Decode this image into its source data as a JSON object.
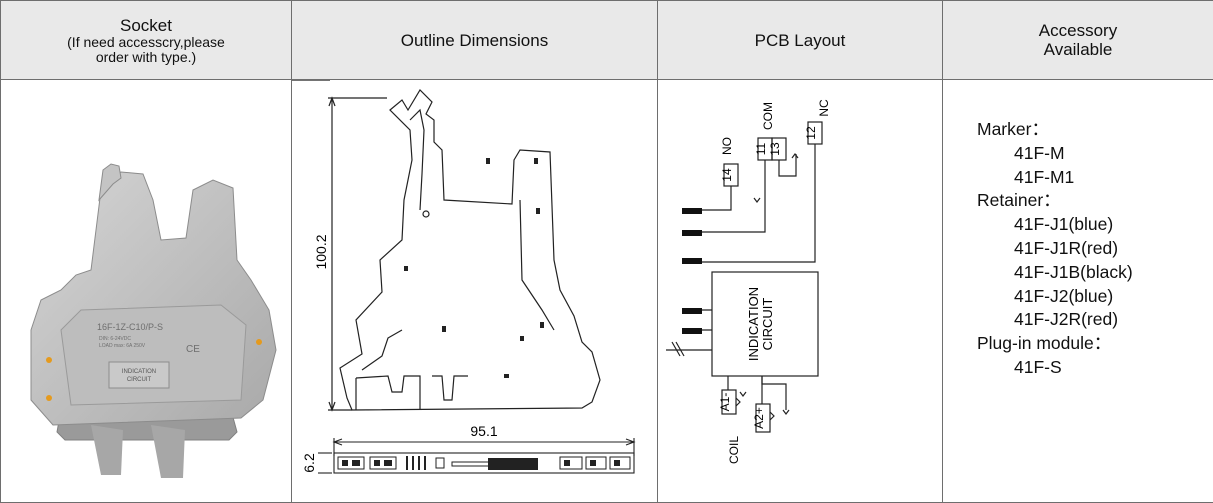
{
  "headers": {
    "socket_title": "Socket",
    "socket_note_1": "(If need accesscry,please",
    "socket_note_2": "order with type.)",
    "outline": "Outline Dimensions",
    "pcb": "PCB Layout",
    "accessory_1": "Accessory",
    "accessory_2": "Available"
  },
  "socket_photo": {
    "model": "16F-1Z-C10/P-S",
    "coil": "DIN: 6-24VDC",
    "load": "LOAD max: 6A 250V",
    "circuit_1": "INDICATION",
    "circuit_2": "CIRCUIT",
    "ce": "CE"
  },
  "dimensions": {
    "height": "100.2",
    "width": "95.1",
    "depth": "6.2"
  },
  "pcb": {
    "pins": {
      "no_num": "14",
      "no_label": "NO",
      "com_num_1": "11",
      "com_num_2": "13",
      "com_label": "COM",
      "nc_num": "12",
      "nc_label": "NC",
      "a1": "A1-",
      "a2": "A2+",
      "coil": "COIL"
    },
    "module_1": "INDICATION",
    "module_2": "CIRCUIT"
  },
  "accessories": [
    {
      "category": "Marker：",
      "items": [
        "41F-M",
        "41F-M1"
      ]
    },
    {
      "category": "Retainer：",
      "items": [
        "41F-J1(blue)",
        "41F-J1R(red)",
        "41F-J1B(black)",
        "41F-J2(blue)",
        "41F-J2R(red)"
      ]
    },
    {
      "category": "Plug-in module：",
      "items": [
        "41F-S"
      ]
    }
  ]
}
